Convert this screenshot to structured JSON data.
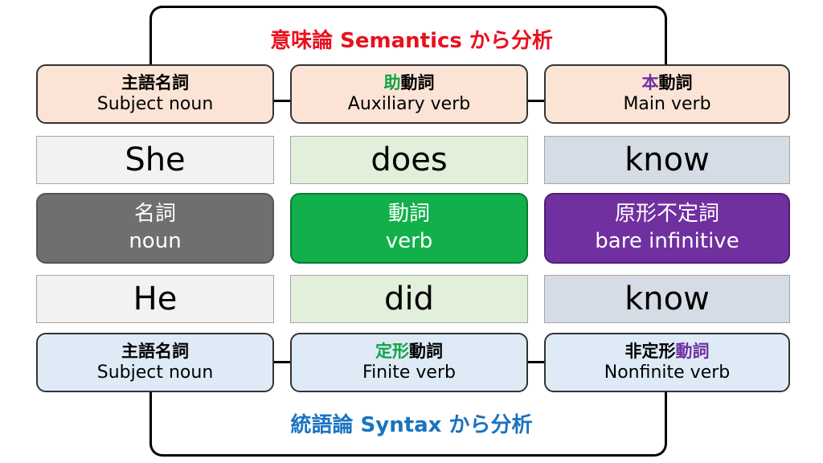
{
  "semantics_title": "意味論 Semantics から分析",
  "syntax_title": "統語論 Syntax から分析",
  "semantics_labels": [
    {
      "jp_pre": "",
      "jp_hl": "",
      "jp_post": "主語名詞",
      "en": "Subject noun",
      "hl_color": ""
    },
    {
      "jp_pre": "",
      "jp_hl": "助",
      "jp_post": "動詞",
      "en": "Auxiliary verb",
      "hl_color": "#10a544"
    },
    {
      "jp_pre": "",
      "jp_hl": "本",
      "jp_post": "動詞",
      "en": "Main verb",
      "hl_color": "#7030a0"
    }
  ],
  "sentence_1": [
    "She",
    "does",
    "know"
  ],
  "parts_of_speech": [
    {
      "jp": "名詞",
      "en": "noun",
      "color": "#6f6f6f"
    },
    {
      "jp": "動詞",
      "en": "verb",
      "color": "#12b04b"
    },
    {
      "jp": "原形不定詞",
      "en": "bare infinitive",
      "color": "#7030a0"
    }
  ],
  "sentence_2": [
    "He",
    "did",
    "know"
  ],
  "syntax_labels": [
    {
      "jp_pre": "",
      "jp_hl": "",
      "jp_post": "主語名詞",
      "en": "Subject noun",
      "hl_color": ""
    },
    {
      "jp_pre": "",
      "jp_hl": "定形",
      "jp_post": "動詞",
      "en": "Finite verb",
      "hl_color": "#10a544"
    },
    {
      "jp_pre": "非定形",
      "jp_hl": "動詞",
      "jp_post": "",
      "en": "Nonfinite verb",
      "hl_color": "#7030a0"
    }
  ]
}
